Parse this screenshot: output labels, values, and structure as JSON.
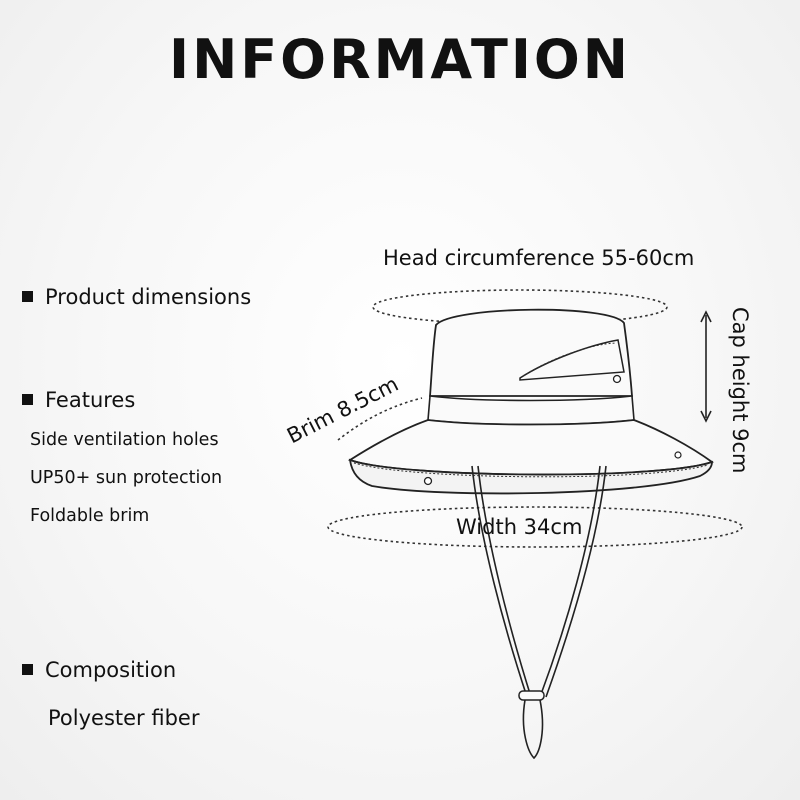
{
  "title": "INFORMATION",
  "sections": {
    "dimensions": {
      "label": "Product dimensions"
    },
    "features": {
      "label": "Features",
      "items": [
        "Side ventilation holes",
        "UP50+ sun protection",
        "Foldable brim"
      ]
    },
    "composition": {
      "label": "Composition",
      "value": "Polyester fiber"
    }
  },
  "measurements": {
    "head_circumference": "Head circumference 55-60cm",
    "cap_height": "Cap height 9cm",
    "brim": "Brim 8.5cm",
    "width": "Width 34cm"
  }
}
